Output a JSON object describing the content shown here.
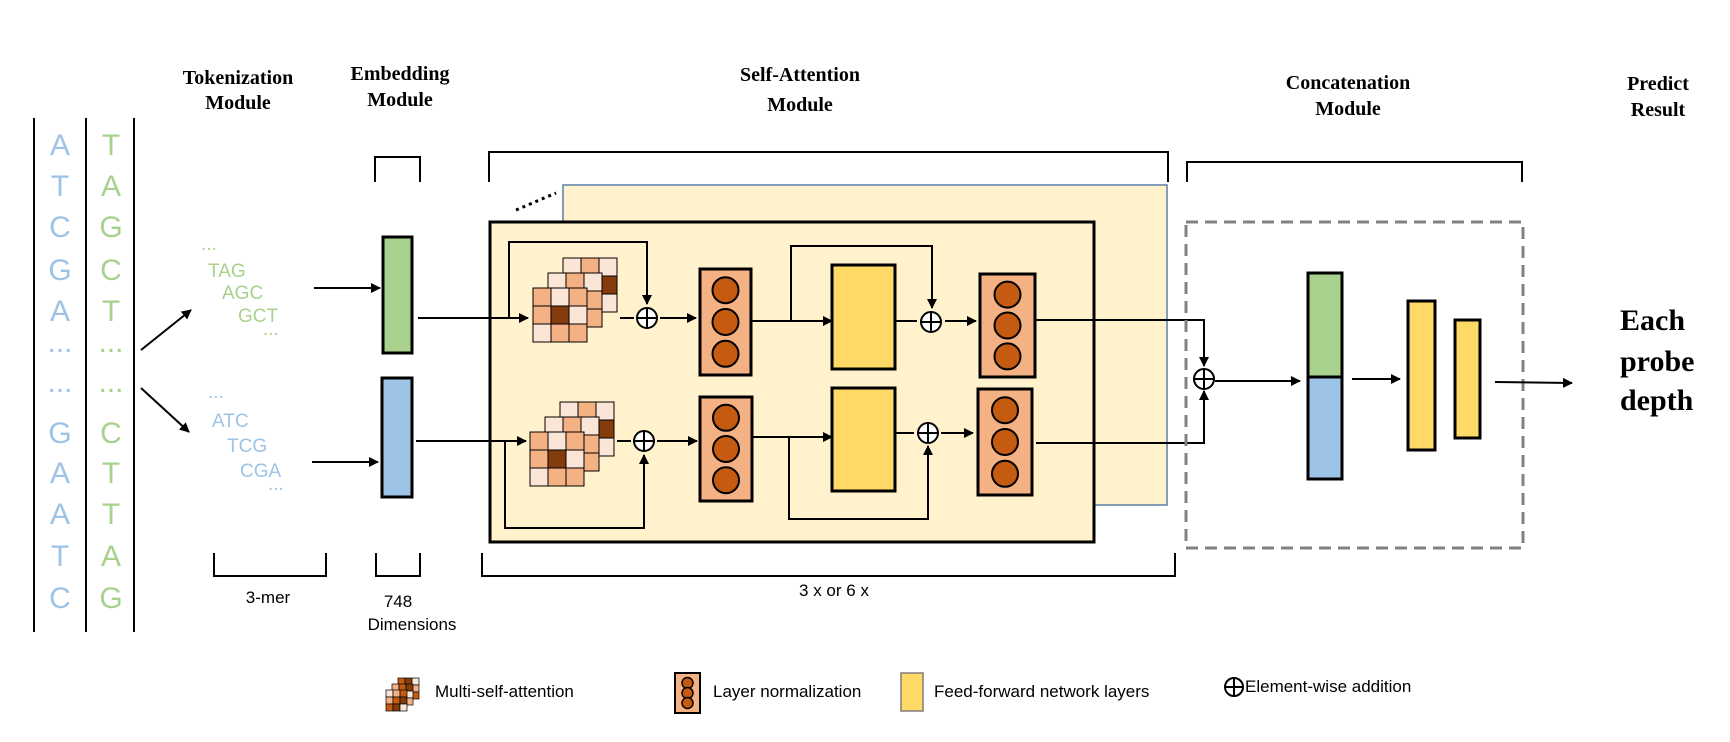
{
  "headers": {
    "tokenization": [
      "Tokenization",
      "Module"
    ],
    "embedding": [
      "Embedding",
      "Module"
    ],
    "self_attention": [
      "Self-Attention",
      "Module"
    ],
    "concatenation": [
      "Concatenation",
      "Module"
    ],
    "predict": [
      "Predict",
      "Result"
    ]
  },
  "sequences": {
    "strand1": [
      "A",
      "T",
      "C",
      "G",
      "A",
      "...",
      "...",
      "G",
      "A",
      "A",
      "T",
      "C"
    ],
    "strand2": [
      "T",
      "A",
      "G",
      "C",
      "T",
      "...",
      "...",
      "C",
      "T",
      "T",
      "A",
      "G"
    ]
  },
  "kmers": {
    "top": [
      "...",
      "TAG",
      "AGC",
      "GCT",
      "..."
    ],
    "bottom": [
      "...",
      "ATC",
      "TCG",
      "CGA",
      "..."
    ]
  },
  "labels": {
    "kmer": "3-mer",
    "dimensions": [
      "748",
      "Dimensions"
    ],
    "repeat": "3 x or 6 x",
    "result": [
      "Each",
      "probe",
      "depth"
    ]
  },
  "legend": {
    "attention": "Multi-self-attention",
    "layernorm": "Layer normalization",
    "ffn": "Feed-forward network  layers",
    "addition": "Element-wise addition"
  },
  "colors": {
    "seq_blue": "#9dc3e6",
    "seq_green": "#a9d18e",
    "embed_green": "#a9d18e",
    "embed_blue": "#9dc3e6",
    "panel_back": "#fff2cc",
    "panel_front": "#fff2cc",
    "ffn_yellow": "#ffd966",
    "ln_fill": "#f4b183",
    "ln_circle": "#c55a11",
    "attn_light": "#fbe5d6",
    "attn_mid": "#f4b183",
    "attn_dark": "#c55a11",
    "attn_darker": "#843c0c"
  }
}
